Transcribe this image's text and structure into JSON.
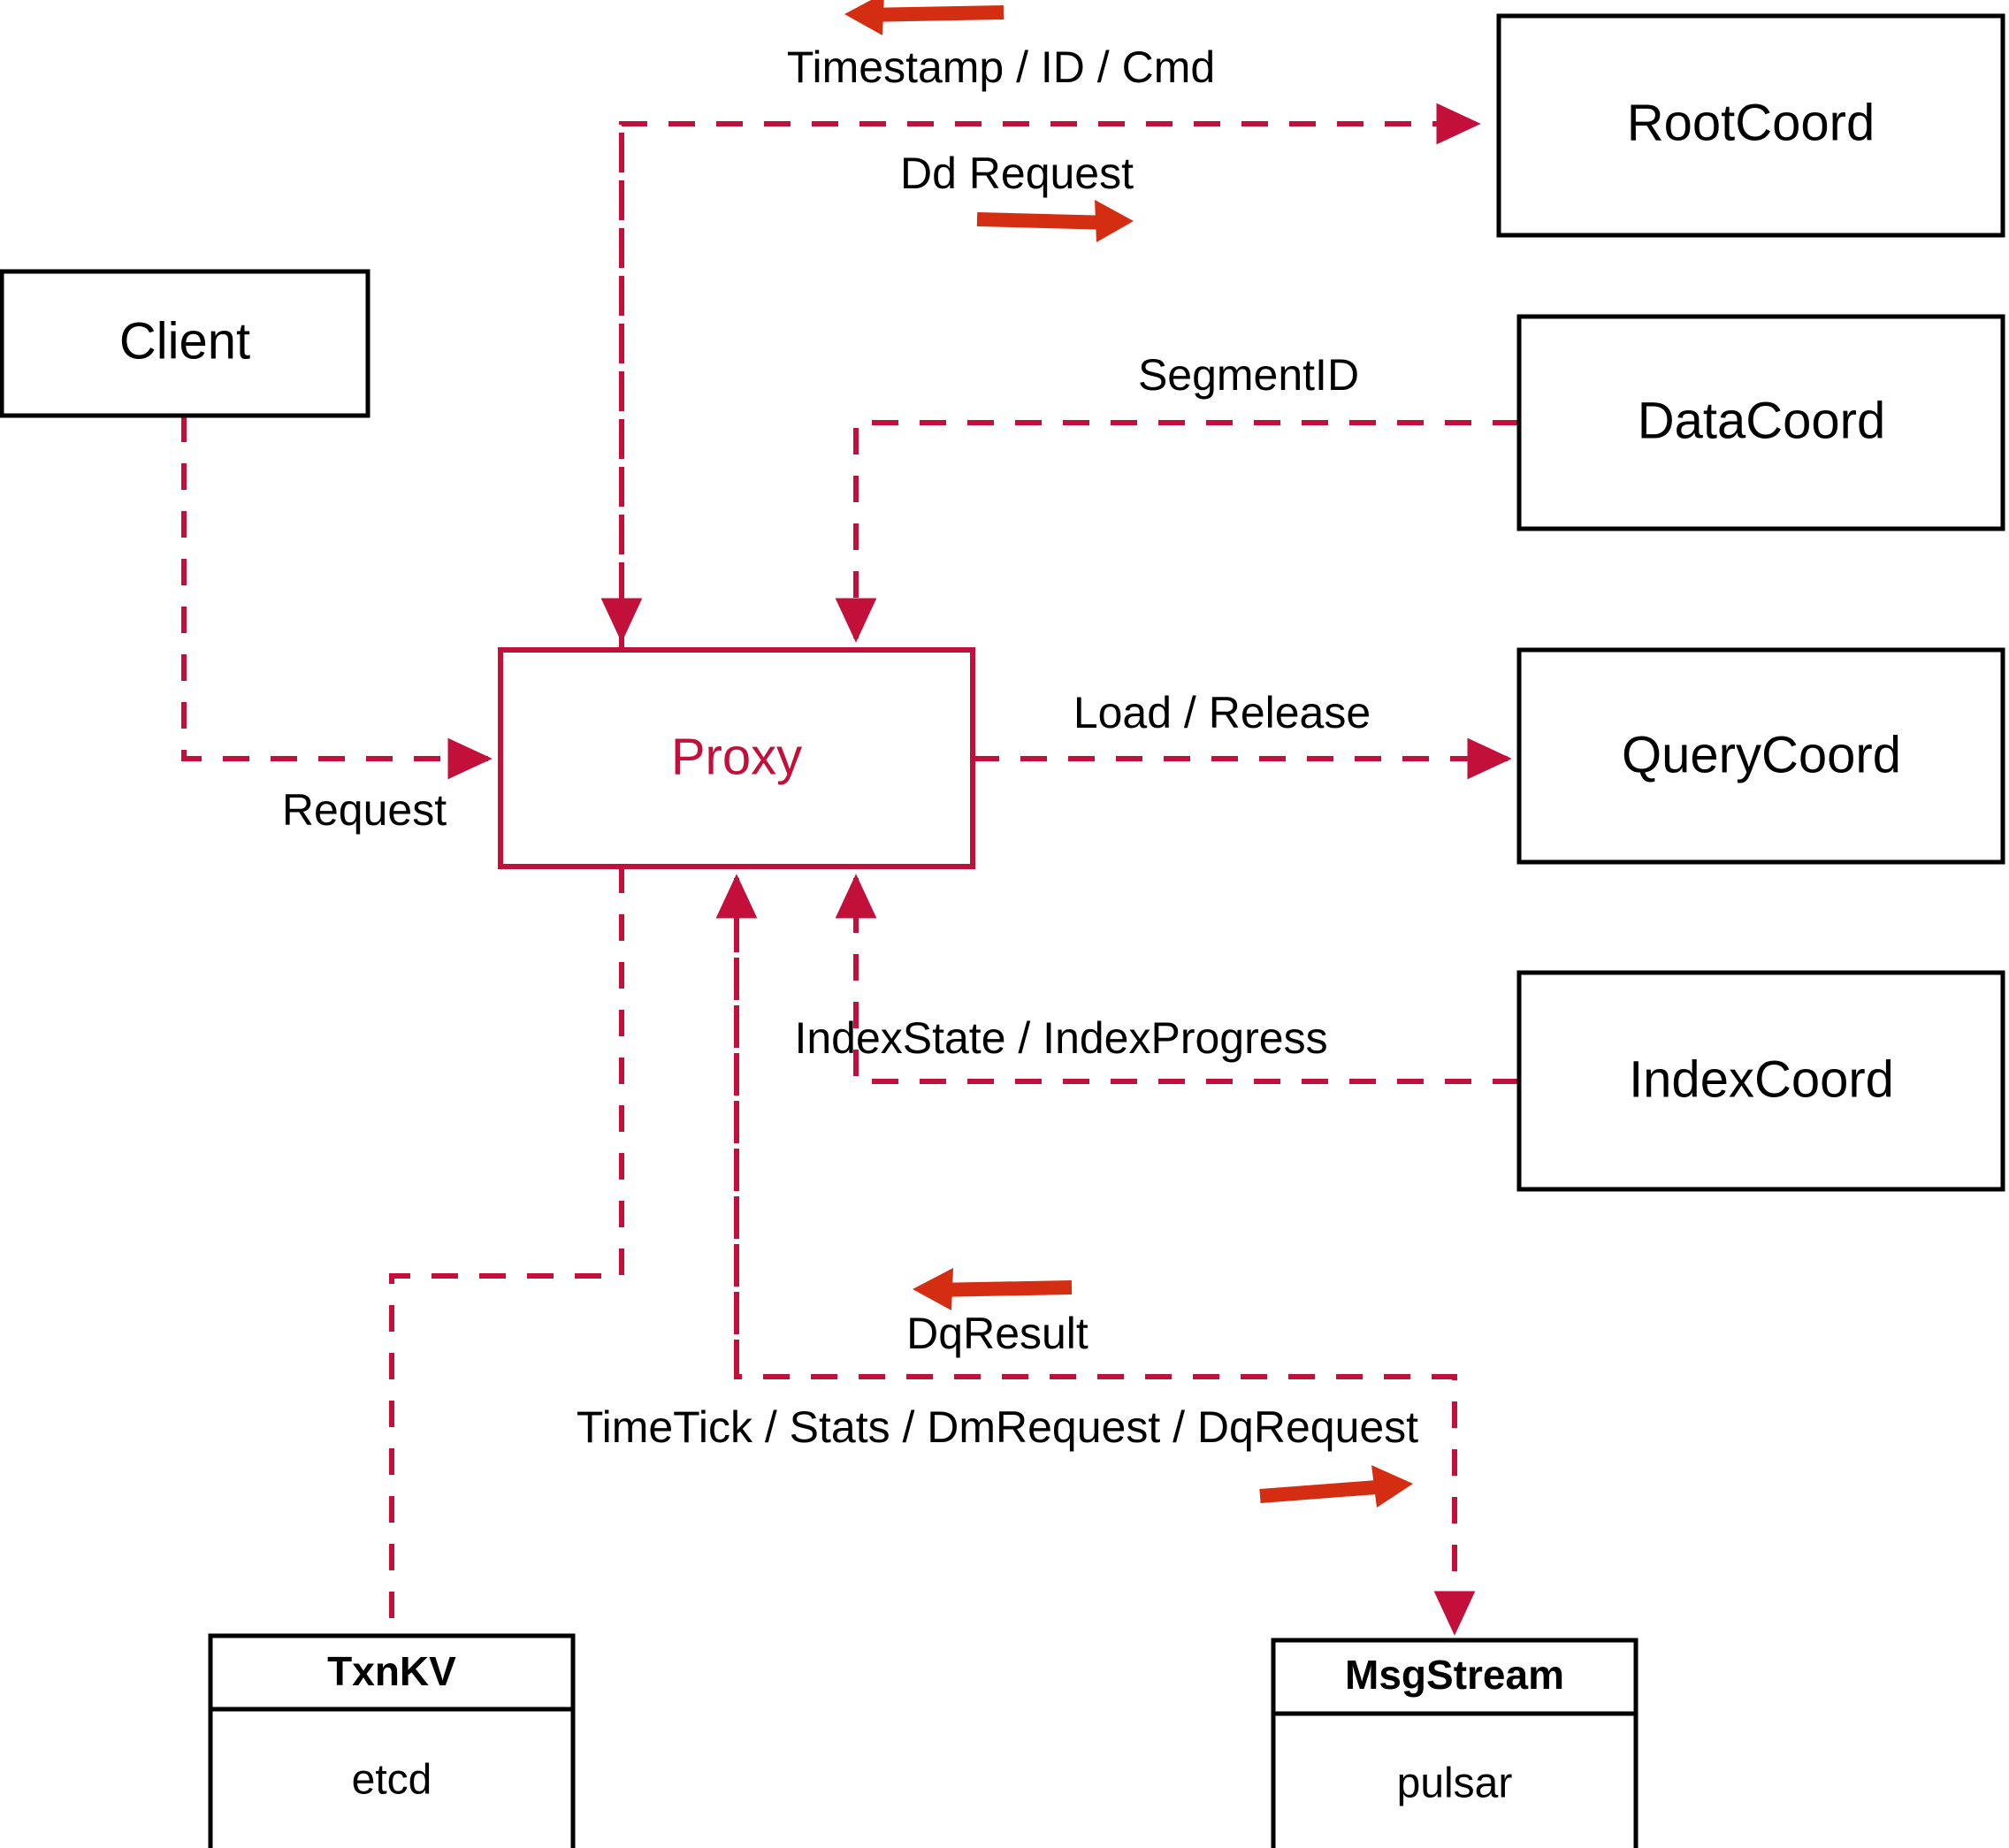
{
  "diagram": {
    "title": "Proxy architecture data flow",
    "colors": {
      "accent": "#c2103a",
      "arrow": "#d42e12",
      "box_stroke": "#000000",
      "background": "#ffffff"
    },
    "nodes": {
      "client": {
        "label": "Client"
      },
      "proxy": {
        "label": "Proxy"
      },
      "root_coord": {
        "label": "RootCoord"
      },
      "data_coord": {
        "label": "DataCoord"
      },
      "query_coord": {
        "label": "QueryCoord"
      },
      "index_coord": {
        "label": "IndexCoord"
      },
      "txnkv": {
        "title": "TxnKV",
        "impl": "etcd"
      },
      "msgstream": {
        "title": "MsgStream",
        "impl": "pulsar"
      }
    },
    "edges": {
      "timestamp_id_cmd": {
        "label": "Timestamp / ID / Cmd",
        "direction": "left"
      },
      "dd_request": {
        "label": "Dd Request",
        "direction": "right"
      },
      "segment_id": {
        "label": "SegmentID",
        "direction": "none"
      },
      "request": {
        "label": "Request",
        "direction": "right"
      },
      "load_release": {
        "label": "Load / Release",
        "direction": "right"
      },
      "index_state_progress": {
        "label": "IndexState / IndexProgress",
        "direction": "none"
      },
      "dq_result": {
        "label": "DqResult",
        "direction": "left"
      },
      "timetick_stats_dm_dq": {
        "label": "TimeTick / Stats / DmRequest / DqRequest",
        "direction": "right"
      }
    }
  }
}
